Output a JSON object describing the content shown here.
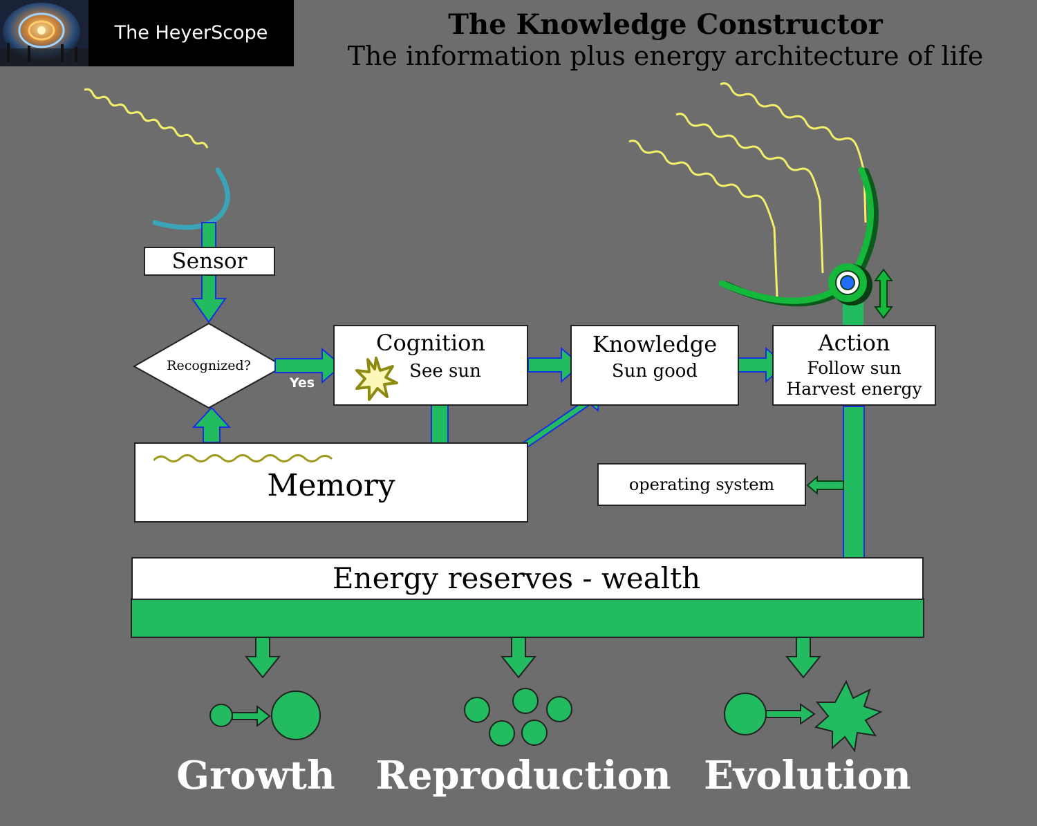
{
  "brand": {
    "name": "The HeyerScope"
  },
  "title": "The Knowledge Constructor",
  "subtitle": "The information plus energy architecture of life",
  "nodes": {
    "sensor": "Sensor",
    "recognized": "Recognized?",
    "yes": "Yes",
    "cognition": {
      "title": "Cognition",
      "detail": "See sun"
    },
    "knowledge": {
      "title": "Knowledge",
      "detail": "Sun good"
    },
    "action": {
      "title": "Action",
      "line1": "Follow sun",
      "line2": "Harvest energy"
    },
    "memory": "Memory",
    "operating_system": "operating system",
    "energy_reserves": "Energy reserves - wealth"
  },
  "outcomes": [
    "Growth",
    "Reproduction",
    "Evolution"
  ],
  "colors": {
    "background": "#6d6d6d",
    "energy_green": "#22bb5f",
    "arrow_outline": "#1a2fe0",
    "sunlight": "#f4ef6a",
    "sensor_dish": "#3aa4b8",
    "collector": "#14b83a",
    "memory_trace": "#9e9a1e"
  }
}
